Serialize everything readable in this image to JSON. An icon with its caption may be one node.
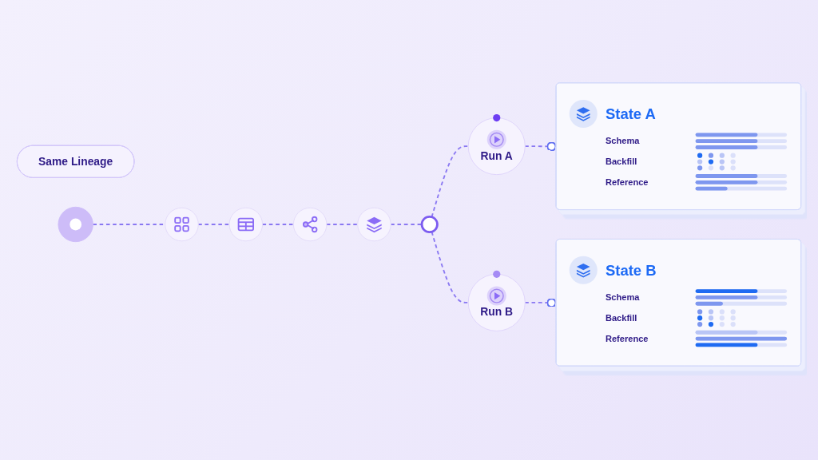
{
  "diagram": {
    "nodes": [
      {
        "text": [
          "Same Lineage"
        ]
      },
      {
        "text": [],
        "shape": "circle"
      },
      {
        "text": [],
        "shape": "circle"
      },
      {
        "text": [],
        "shape": "circle"
      },
      {
        "text": [],
        "shape": "circle"
      },
      {
        "text": [],
        "shape": "circle"
      },
      {
        "text": [],
        "shape": "circle"
      },
      {
        "text": [
          "Run A"
        ]
      },
      {
        "text": [
          "State A",
          "Schema",
          "Backfill",
          "Reference"
        ]
      },
      {
        "text": [
          "Run B"
        ]
      },
      {
        "text": [
          "State B",
          "Schema",
          "Backfill",
          "Reference"
        ]
      }
    ],
    "edges": [
      {
        "from": 1,
        "to": 2,
        "arrow": "none",
        "style": "dashed"
      },
      {
        "from": 2,
        "to": 3,
        "arrow": "none",
        "style": "dashed"
      },
      {
        "from": 3,
        "to": 4,
        "arrow": "none",
        "style": "dashed"
      },
      {
        "from": 4,
        "to": 5,
        "arrow": "none",
        "style": "dashed"
      },
      {
        "from": 5,
        "to": 6,
        "arrow": "none",
        "style": "dashed"
      },
      {
        "from": 6,
        "to": 7,
        "arrow": "none",
        "style": "dashed"
      },
      {
        "from": 6,
        "to": 9,
        "arrow": "none",
        "style": "dashed"
      },
      {
        "from": 7,
        "to": 8,
        "arrow": "other",
        "style": "dashed"
      },
      {
        "from": 9,
        "to": 10,
        "arrow": "other",
        "style": "dashed"
      }
    ]
  }
}
